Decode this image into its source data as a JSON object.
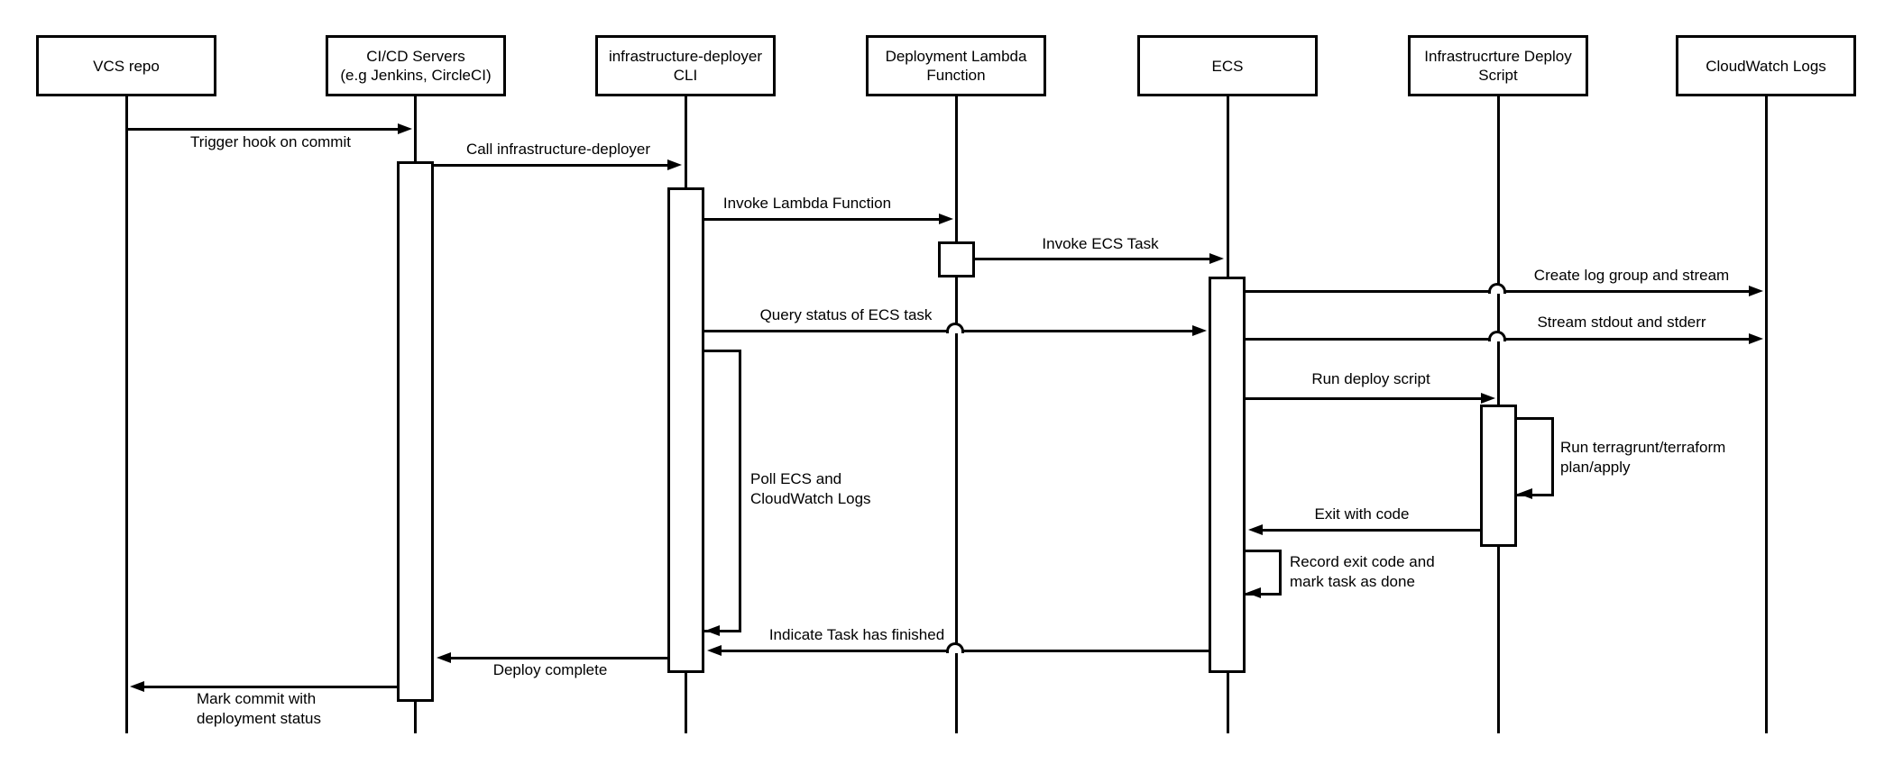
{
  "diagram": {
    "type": "uml-sequence",
    "colors": {
      "stroke": "#000000",
      "fill": "#ffffff"
    },
    "actors": [
      {
        "label": "VCS repo"
      },
      {
        "label": "CI/CD Servers\n(e.g Jenkins, CircleCI)"
      },
      {
        "label": "infrastructure-deployer\nCLI"
      },
      {
        "label": "Deployment Lambda\nFunction"
      },
      {
        "label": "ECS"
      },
      {
        "label": "Infrastrucrture Deploy\nScript"
      },
      {
        "label": "CloudWatch Logs"
      }
    ],
    "messages": [
      {
        "label": "Trigger hook on commit",
        "from": "VCS repo",
        "to": "CI/CD Servers"
      },
      {
        "label": "Call infrastructure-deployer",
        "from": "CI/CD Servers",
        "to": "infrastructure-deployer CLI"
      },
      {
        "label": "Invoke Lambda Function",
        "from": "infrastructure-deployer CLI",
        "to": "Deployment Lambda Function"
      },
      {
        "label": "Invoke ECS Task",
        "from": "Deployment Lambda Function",
        "to": "ECS"
      },
      {
        "label": "Create log group and stream",
        "from": "ECS",
        "to": "CloudWatch Logs"
      },
      {
        "label": "Query status of ECS task",
        "from": "infrastructure-deployer CLI",
        "to": "ECS"
      },
      {
        "label": "Stream stdout and stderr",
        "from": "ECS",
        "to": "CloudWatch Logs"
      },
      {
        "label": "Run deploy script",
        "from": "ECS",
        "to": "Infrastrucrture Deploy Script"
      },
      {
        "label": "Run terragrunt/terraform\nplan/apply",
        "from": "Infrastrucrture Deploy Script",
        "to": "Infrastrucrture Deploy Script",
        "type": "self"
      },
      {
        "label": "Exit with code",
        "from": "Infrastrucrture Deploy Script",
        "to": "ECS"
      },
      {
        "label": "Record exit code and\nmark task as done",
        "from": "ECS",
        "to": "ECS",
        "type": "self"
      },
      {
        "label": "Poll ECS and\nCloudWatch Logs",
        "from": "infrastructure-deployer CLI",
        "to": "infrastructure-deployer CLI",
        "type": "loop"
      },
      {
        "label": "Indicate Task has finished",
        "from": "ECS",
        "to": "infrastructure-deployer CLI"
      },
      {
        "label": "Deploy complete",
        "from": "infrastructure-deployer CLI",
        "to": "CI/CD Servers"
      },
      {
        "label": "Mark commit with\ndeployment status",
        "from": "CI/CD Servers",
        "to": "VCS repo"
      }
    ]
  }
}
